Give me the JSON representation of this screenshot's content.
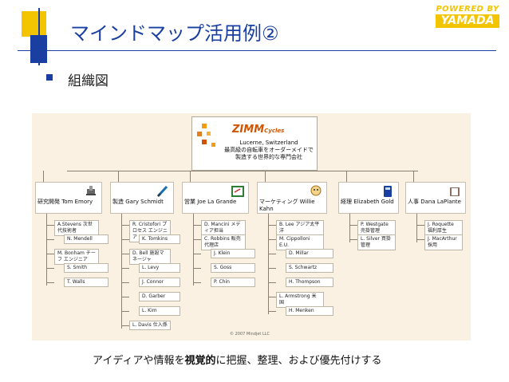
{
  "slide": {
    "title": "マインドマップ活用例②",
    "bullet": "組織図",
    "caption_pre": "アイディアや情報を",
    "caption_bold": "視覚的",
    "caption_post": "に把握、整理、および優先付けする"
  },
  "logo": {
    "line1": "POWERED BY",
    "line2": "YAMADA"
  },
  "colors": {
    "blue": "#1a3fa0",
    "yellow": "#f2c500",
    "map_bg": "#fbf1e3"
  },
  "mindmap": {
    "central": {
      "brand": "ZIMM",
      "brand_suffix": "Cycles",
      "location": "Lucerne, Switzerland",
      "desc1": "最高級の自転車をオーダーメイドで",
      "desc2": "製造する世界的な専門会社"
    },
    "departments": [
      {
        "icon": "microscope-icon",
        "label": "研究開発 Tom Emory",
        "children": [
          "A.Stevens 次世代技術者",
          "N. Mendell",
          "M. Bonham チーフ エンジニア",
          "S. Smith",
          "T. Walls"
        ]
      },
      {
        "icon": "screwdriver-icon",
        "label": "製造 Gary Schmidt",
        "children": [
          "R. Cristofori プロセス エンジニア",
          "K. Tomkins",
          "D. Bell 施設マネージャ",
          "L. Levy",
          "J. Connor",
          "D. Garber",
          "L. Kim",
          "L. Davis 仕入係"
        ]
      },
      {
        "icon": "clipboard-icon",
        "label": "営業 Joe La Grande",
        "children": [
          "D. Mancini メディア担当",
          "C. Robbins 販売代理店",
          "J. Klein",
          "S. Goss",
          "P. Chin"
        ]
      },
      {
        "icon": "person-icon",
        "label": "マーケティング Willie Kahn",
        "children": [
          "B. Lee アジア太平洋",
          "M. Cippolloni E.U.",
          "D. Millar",
          "S. Schwartz",
          "H. Thompson",
          "L. Armstrong 米国",
          "H. Menken"
        ]
      },
      {
        "icon": "calculator-icon",
        "label": "経理 Elizabeth Gold",
        "children": [
          "P. Westgate 売掛管理",
          "L. Silver 買掛管理"
        ]
      },
      {
        "icon": "book-icon",
        "label": "人事 Dana LaPlante",
        "children": [
          "J. Roquette 福利厚生",
          "J. MacArthur 採用"
        ]
      }
    ],
    "copyright": "© 2007 Mindjet LLC"
  }
}
